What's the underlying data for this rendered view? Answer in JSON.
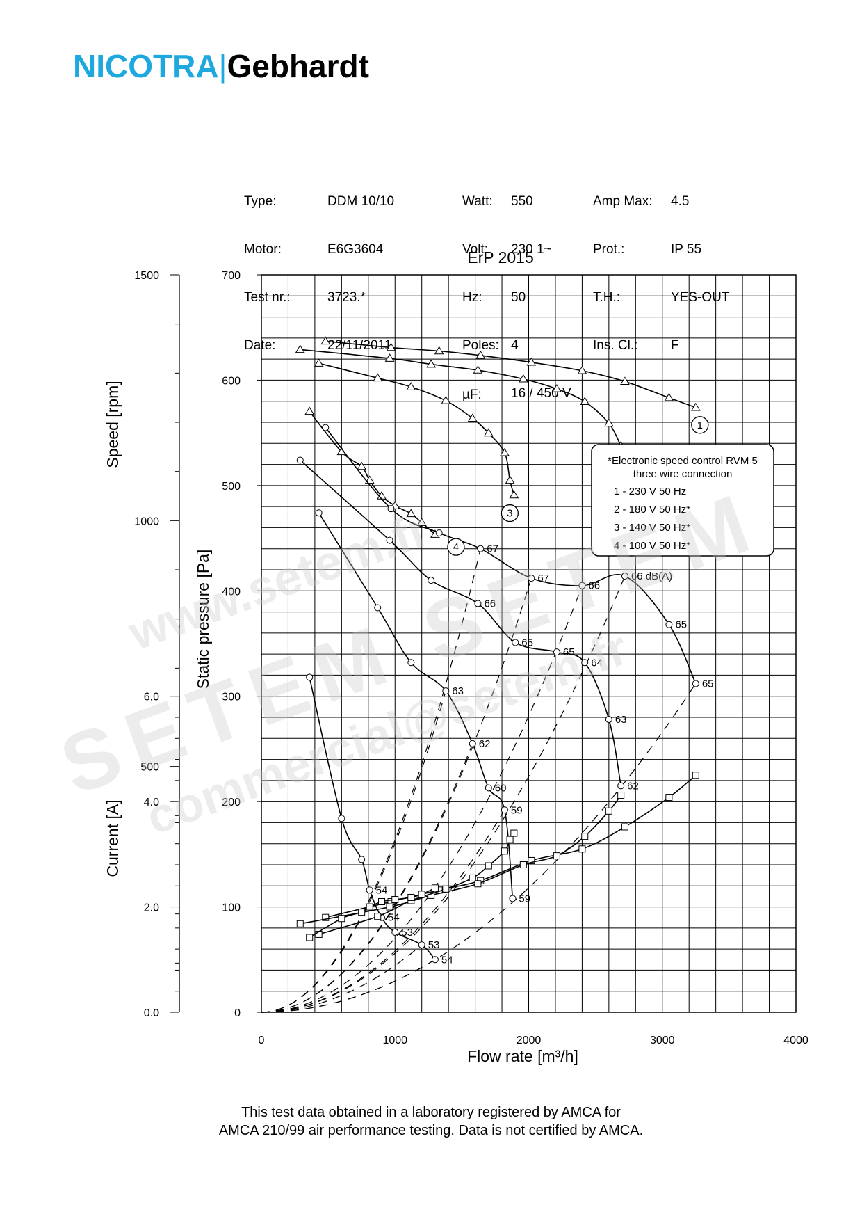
{
  "brand": {
    "part1": "NICOTRA",
    "separator": "|",
    "part2": "Gebhardt"
  },
  "info": {
    "col1_labels": [
      "Type:",
      "Motor:",
      "Test nr.:",
      "Date:"
    ],
    "col1_values": [
      "DDM 10/10",
      "E6G3604",
      "3723.*",
      "22/11/2011"
    ],
    "col2_labels": [
      "Watt:",
      "Volt:",
      "Hz:",
      "Poles:",
      "µF:"
    ],
    "col2_values": [
      "550",
      "230 1~",
      "50",
      "4",
      "16 / 450 V"
    ],
    "col3_labels": [
      "Amp Max:",
      "Prot.:",
      "T.H.:",
      "Ins. Cl.:"
    ],
    "col3_values": [
      "4.5",
      "IP 55",
      "YES-OUT",
      "F"
    ]
  },
  "footer": {
    "line1": "This test data obtained in a laboratory registered by AMCA for",
    "line2": "AMCA 210/99 air performance testing. Data is not certified by AMCA."
  },
  "watermark": {
    "line1": "www.setem.fr",
    "line2": "SETEM SETEM",
    "line3": "commercial@setem.fr"
  },
  "chart_data": {
    "type": "line",
    "title": "ErP 2015",
    "xlabel": "Flow rate [m³/h]",
    "ylabel": "Static pressure [Pa]",
    "speed_axis_label": "Speed [rpm]",
    "current_axis_label": "Current [A]",
    "xlim": [
      0,
      4000
    ],
    "ylim": [
      0,
      700
    ],
    "x_ticks": [
      "0",
      "1000",
      "2000",
      "3000",
      "4000"
    ],
    "y_ticks": [
      "0",
      "100",
      "200",
      "300",
      "400",
      "500",
      "600",
      "700"
    ],
    "speed_ticks": [
      "0",
      "500",
      "1000",
      "1500"
    ],
    "current_ticks": [
      "0.0",
      "2.0",
      "4.0",
      "6.0"
    ],
    "grid": true,
    "legend": {
      "title": "*Electronic speed control RVM 5",
      "subtitle": "three wire connection",
      "items": [
        "1 - 230 V 50 Hz",
        "2 - 180 V 50 Hz*",
        "3 - 140 V 50 Hz*",
        "4 - 100 V 50 Hz*"
      ]
    },
    "speed_series": [
      {
        "name": "1",
        "marker": "triangle",
        "points": [
          [
            480,
            1365
          ],
          [
            970,
            1352
          ],
          [
            1330,
            1345
          ],
          [
            1640,
            1336
          ],
          [
            2020,
            1322
          ],
          [
            2400,
            1305
          ],
          [
            2720,
            1283
          ],
          [
            3050,
            1250
          ],
          [
            3250,
            1230
          ]
        ]
      },
      {
        "name": "2",
        "marker": "triangle",
        "points": [
          [
            290,
            1348
          ],
          [
            960,
            1330
          ],
          [
            1270,
            1318
          ],
          [
            1620,
            1306
          ],
          [
            1960,
            1288
          ],
          [
            2210,
            1268
          ],
          [
            2420,
            1242
          ],
          [
            2600,
            1198
          ],
          [
            2690,
            1152
          ]
        ]
      },
      {
        "name": "3",
        "marker": "triangle",
        "points": [
          [
            430,
            1320
          ],
          [
            870,
            1290
          ],
          [
            1120,
            1272
          ],
          [
            1380,
            1244
          ],
          [
            1580,
            1208
          ],
          [
            1700,
            1178
          ],
          [
            1820,
            1138
          ],
          [
            1860,
            1082
          ],
          [
            1890,
            1052
          ]
        ]
      },
      {
        "name": "4",
        "marker": "triangle",
        "points": [
          [
            360,
            1222
          ],
          [
            600,
            1140
          ],
          [
            750,
            1110
          ],
          [
            810,
            1082
          ],
          [
            900,
            1050
          ],
          [
            1000,
            1030
          ],
          [
            1120,
            1014
          ],
          [
            1200,
            996
          ],
          [
            1300,
            972
          ]
        ]
      }
    ],
    "pressure_series": [
      {
        "name": "1",
        "marker": "circle",
        "points": [
          [
            480,
            555
          ],
          [
            970,
            478
          ],
          [
            1330,
            455
          ],
          [
            1640,
            440
          ],
          [
            2020,
            412
          ],
          [
            2400,
            405
          ],
          [
            2720,
            414
          ],
          [
            3050,
            368
          ],
          [
            3250,
            312
          ]
        ],
        "labels": [
          "",
          "",
          "",
          "67",
          "67",
          "66",
          "66 dB(A)",
          "65",
          "65"
        ]
      },
      {
        "name": "2",
        "marker": "circle",
        "points": [
          [
            290,
            524
          ],
          [
            960,
            448
          ],
          [
            1270,
            410
          ],
          [
            1620,
            388
          ],
          [
            1900,
            351
          ],
          [
            2210,
            342
          ],
          [
            2420,
            332
          ],
          [
            2600,
            278
          ],
          [
            2690,
            215
          ]
        ],
        "labels": [
          "",
          "",
          "",
          "66",
          "65",
          "65",
          "64",
          "63",
          "62"
        ]
      },
      {
        "name": "3",
        "marker": "circle",
        "points": [
          [
            430,
            474
          ],
          [
            870,
            384
          ],
          [
            1120,
            332
          ],
          [
            1380,
            305
          ],
          [
            1580,
            255
          ],
          [
            1700,
            213
          ],
          [
            1820,
            192
          ],
          [
            1880,
            108
          ]
        ],
        "labels": [
          "",
          "",
          "",
          "63",
          "62",
          "60",
          "59",
          "59"
        ]
      },
      {
        "name": "4",
        "marker": "circle",
        "points": [
          [
            360,
            318
          ],
          [
            600,
            184
          ],
          [
            750,
            145
          ],
          [
            810,
            116
          ],
          [
            900,
            90
          ],
          [
            1000,
            76
          ],
          [
            1200,
            64
          ],
          [
            1300,
            50
          ]
        ],
        "labels": [
          "",
          "",
          "",
          "54",
          "54",
          "53",
          "53",
          "54"
        ]
      }
    ],
    "current_series": [
      {
        "name": "1",
        "marker": "square",
        "points": [
          [
            480,
            1.8
          ],
          [
            970,
            2.1
          ],
          [
            1330,
            2.32
          ],
          [
            1640,
            2.5
          ],
          [
            2020,
            2.88
          ],
          [
            2400,
            3.1
          ],
          [
            2720,
            3.52
          ],
          [
            3050,
            4.08
          ],
          [
            3250,
            4.5
          ]
        ]
      },
      {
        "name": "2",
        "marker": "square",
        "points": [
          [
            290,
            1.68
          ],
          [
            960,
            2.0
          ],
          [
            1270,
            2.22
          ],
          [
            1620,
            2.44
          ],
          [
            1960,
            2.8
          ],
          [
            2210,
            2.97
          ],
          [
            2420,
            3.34
          ],
          [
            2600,
            3.82
          ],
          [
            2690,
            4.12
          ]
        ]
      },
      {
        "name": "3",
        "marker": "square",
        "points": [
          [
            430,
            1.48
          ],
          [
            870,
            1.82
          ],
          [
            1120,
            2.12
          ],
          [
            1380,
            2.34
          ],
          [
            1580,
            2.55
          ],
          [
            1700,
            2.78
          ],
          [
            1820,
            3.06
          ],
          [
            1860,
            3.28
          ],
          [
            1890,
            3.4
          ]
        ]
      },
      {
        "name": "4",
        "marker": "square",
        "points": [
          [
            360,
            1.42
          ],
          [
            600,
            1.78
          ],
          [
            750,
            1.9
          ],
          [
            810,
            2.0
          ],
          [
            900,
            2.1
          ],
          [
            1000,
            2.14
          ],
          [
            1120,
            2.18
          ],
          [
            1200,
            2.24
          ],
          [
            1300,
            2.36
          ]
        ]
      }
    ],
    "system_curves": [
      {
        "end": [
          1640,
          440
        ]
      },
      {
        "end": [
          2020,
          412
        ]
      },
      {
        "end": [
          2400,
          405
        ]
      },
      {
        "end": [
          2720,
          414
        ]
      },
      {
        "end": [
          3250,
          312
        ]
      },
      {
        "end": [
          1380,
          305
        ]
      },
      {
        "end": [
          1580,
          255
        ]
      },
      {
        "end": [
          1820,
          192
        ]
      },
      {
        "end": [
          1300,
          50
        ]
      },
      {
        "end": [
          1200,
          64
        ]
      }
    ]
  }
}
